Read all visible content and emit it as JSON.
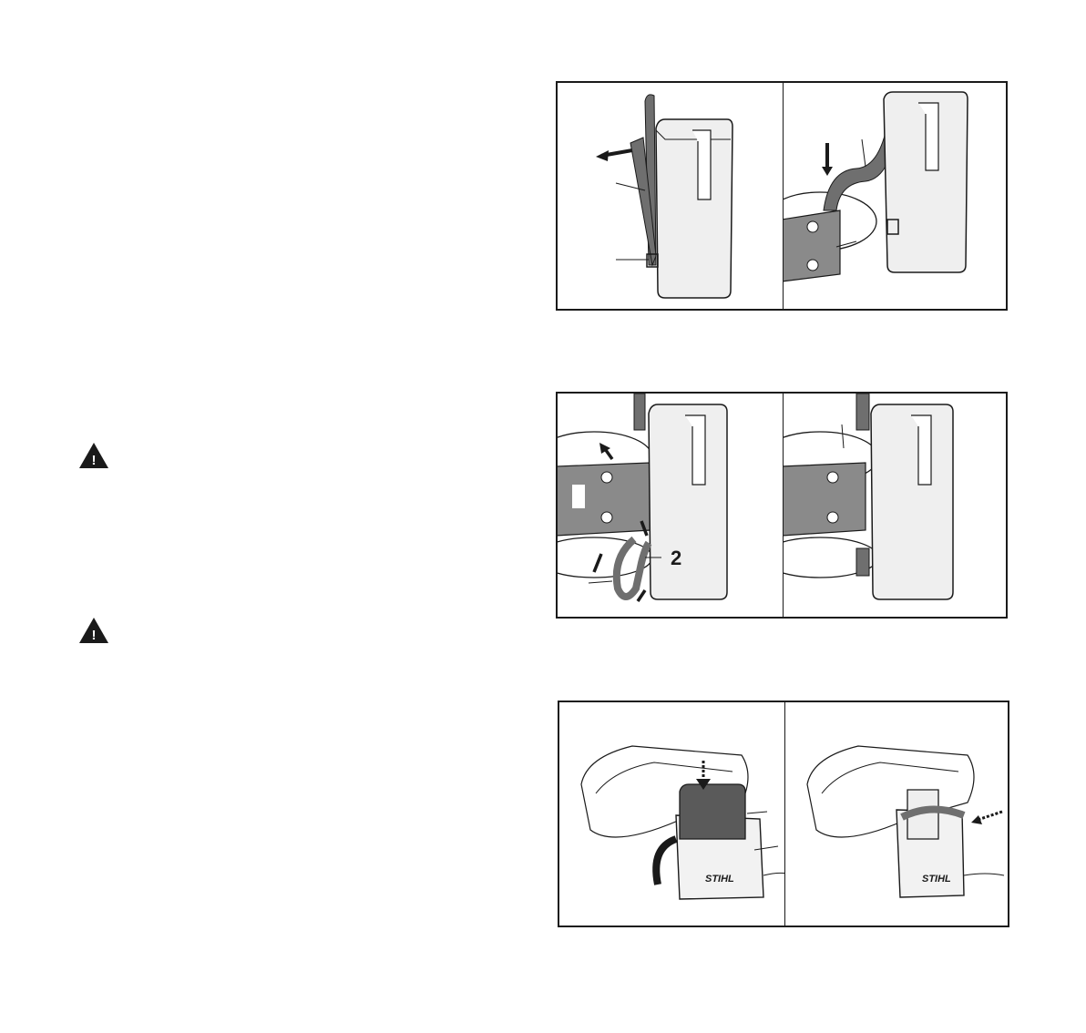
{
  "figures": [
    {
      "id": "figure-top"
    },
    {
      "id": "figure-middle",
      "callout_label": "2"
    },
    {
      "id": "figure-bottom",
      "logo_text": "STIHL"
    }
  ],
  "warnings": [
    {
      "icon": "warning-triangle-icon",
      "symbol": "!"
    },
    {
      "icon": "warning-triangle-icon",
      "symbol": "!"
    }
  ],
  "colors": {
    "outline": "#1a1a1a",
    "strap": "#6f6f6f",
    "housing": "#efefef",
    "battery": "#5a5a5a"
  }
}
